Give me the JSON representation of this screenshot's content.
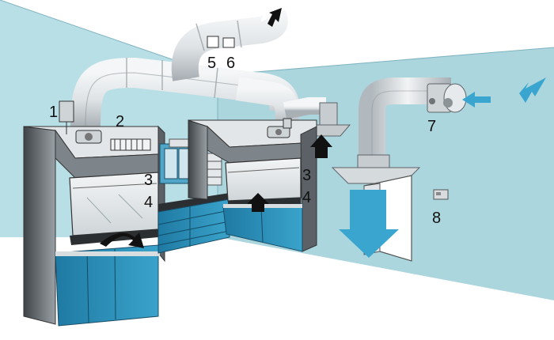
{
  "labels": {
    "n1": "1",
    "n2": "2",
    "n3_left": "3",
    "n4_left": "4",
    "n3_right": "3",
    "n4_right": "4",
    "n5": "5",
    "n6": "6",
    "n7": "7",
    "n8": "8"
  },
  "colors": {
    "wall": "#b8dde4",
    "wall_right": "#acd6de",
    "duct": "#e4e7ea",
    "duct_shade": "#aab1b6",
    "cabinet": "#2a8ab3",
    "cabinet_dark": "#1f6f93",
    "hood_gray": "#8e959a",
    "hood_dark": "#4a4f53",
    "arrow_dark": "#111111",
    "arrow_blue": "#3aa6cf"
  }
}
